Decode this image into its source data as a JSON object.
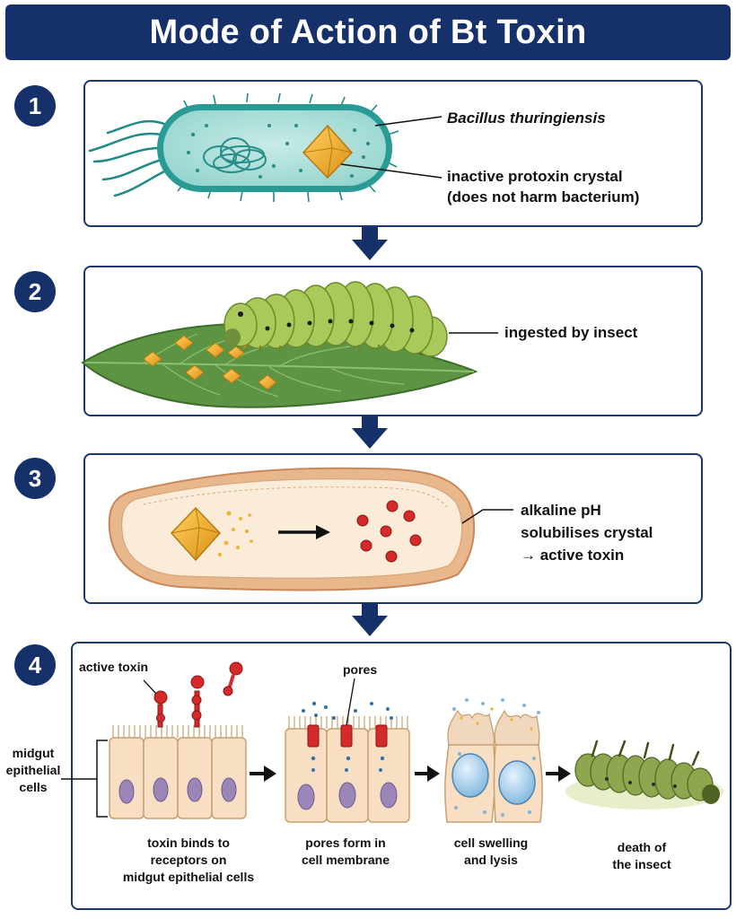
{
  "title": "Mode of Action of Bt Toxin",
  "steps": [
    {
      "number": "1",
      "labels": [
        "Bacillus thuringiensis",
        "inactive protoxin crystal",
        "(does not harm bacterium)"
      ]
    },
    {
      "number": "2",
      "labels": [
        "ingested by insect"
      ]
    },
    {
      "number": "3",
      "labels": [
        "alkaline pH",
        "solubilises crystal",
        "→ active toxin"
      ]
    },
    {
      "number": "4",
      "labels": [
        "active toxin",
        "pores",
        "midgut",
        "epithelial",
        "cells"
      ],
      "captions": [
        [
          "toxin binds to",
          "receptors on",
          "midgut epithelial cells"
        ],
        [
          "pores form in",
          "cell membrane"
        ],
        [
          "cell swelling",
          "and lysis"
        ],
        [
          "death of",
          "the insect"
        ]
      ]
    }
  ],
  "colors": {
    "navy": "#16306a",
    "panel_border": "#1d3773",
    "crystal": "#f0b131",
    "toxin": "#d42a2a",
    "caterpillar": "#a9c95a",
    "leaf": "#5d9443",
    "gut": "#e8b88c",
    "cell": "#f8dfc4",
    "nucleus": "#9b86b8"
  },
  "icons": [
    "bacterium",
    "protoxin-crystal",
    "caterpillar",
    "leaf",
    "gut-section",
    "epithelial-cells",
    "dead-caterpillar",
    "down-arrow",
    "right-arrow"
  ]
}
